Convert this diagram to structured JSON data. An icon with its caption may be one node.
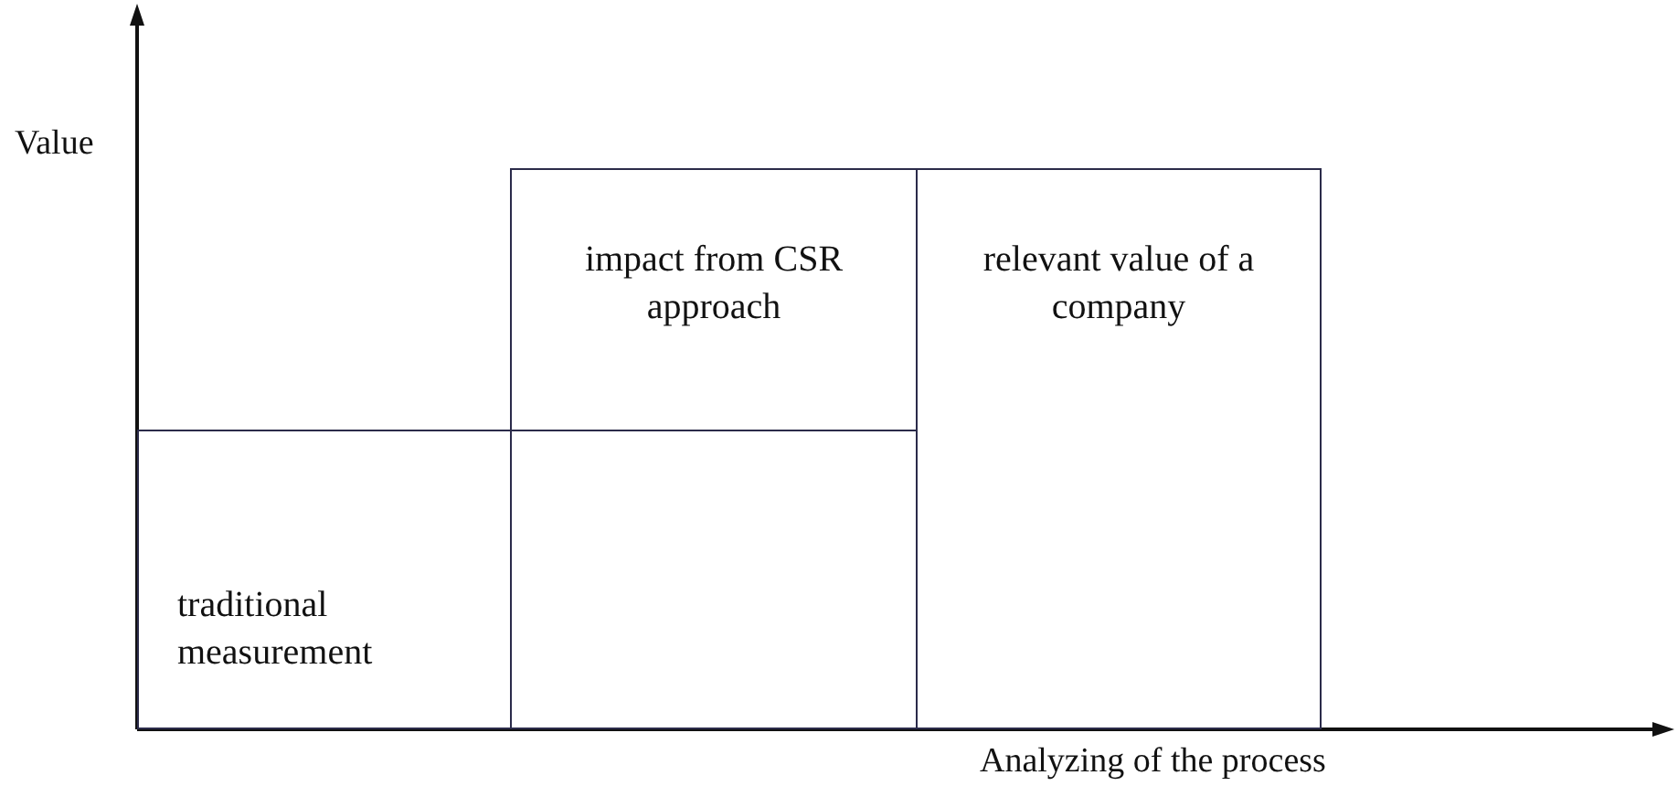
{
  "diagram": {
    "nodes": [
      {
        "text": [
          "impact from CSR approach"
        ]
      },
      {
        "text": [
          "relevant value of a company"
        ]
      },
      {
        "text": [
          "traditional measurement"
        ]
      },
      {
        "text": [],
        "shape": "box"
      }
    ],
    "labels": [
      "Value",
      "Analyzing of the process"
    ]
  }
}
